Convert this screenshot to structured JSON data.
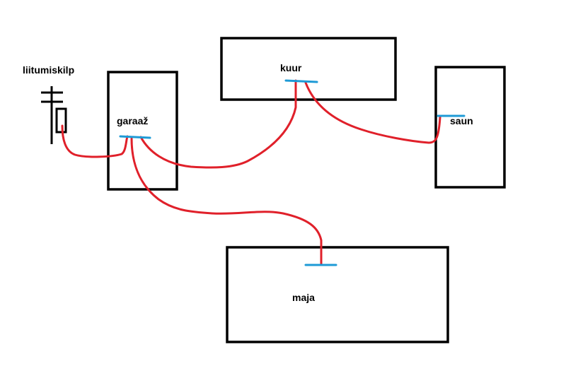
{
  "diagram": {
    "labels": {
      "source": "liitumiskilp",
      "garage": "garaaž",
      "shed": "kuur",
      "sauna": "saun",
      "house": "maja"
    },
    "colors": {
      "wire": "#e0202a",
      "connection": "#1e9ad6",
      "outline": "#000000"
    }
  }
}
